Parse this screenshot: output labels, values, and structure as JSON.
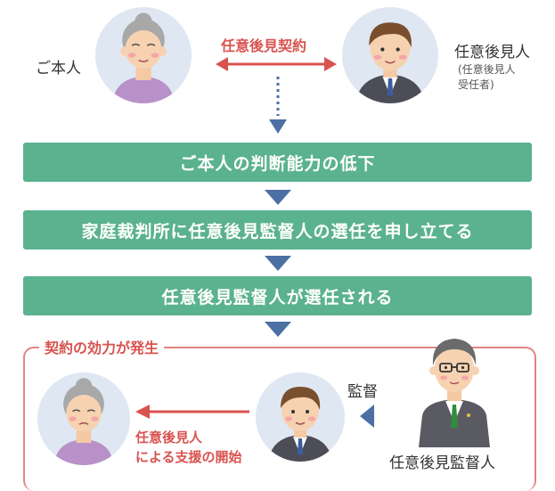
{
  "top": {
    "principal_label": "ご本人",
    "contract_label": "任意後見契約",
    "guardian_label": "任意後見人",
    "guardian_sub": "(任意後見人",
    "guardian_sub2": "受任者)"
  },
  "steps": [
    "ご本人の判断能力の低下",
    "家庭裁判所に任意後見監督人の選任を申し立てる",
    "任意後見監督人が選任される"
  ],
  "bottom": {
    "section_title": "契約の効力が発生",
    "supervise_label": "監督",
    "supervisor_label": "任意後見監督人",
    "support_line1": "任意後見人",
    "support_line2": "による支援の開始"
  },
  "colors": {
    "step_bar": "#5bb28e",
    "arrow_red": "#d9534f",
    "arrow_blue": "#4c6fa4",
    "frame": "#e2857f"
  },
  "icons": [
    "elderly-woman-icon",
    "young-man-icon",
    "man-with-glasses-icon"
  ]
}
